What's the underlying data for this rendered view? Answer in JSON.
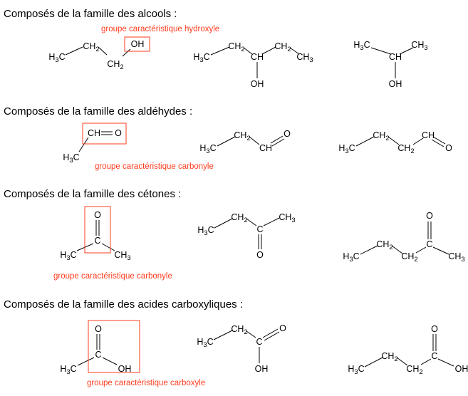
{
  "sections": [
    {
      "title": "Composés de la famille des alcools :",
      "label": "groupe caractéristique hydroxyle",
      "molecules": [
        {
          "atoms": [
            "H3C",
            "CH2",
            "CH2",
            "OH"
          ]
        },
        {
          "atoms": [
            "H3C",
            "CH2",
            "CH",
            "CH2",
            "CH3",
            "OH"
          ]
        },
        {
          "atoms": [
            "H3C",
            "CH",
            "CH3",
            "OH"
          ]
        }
      ]
    },
    {
      "title": "Composés de la famille des aldéhydes :",
      "label": "groupe caractéristique carbonyle",
      "molecules": [
        {
          "atoms": [
            "CH",
            "O",
            "H3C"
          ]
        },
        {
          "atoms": [
            "H3C",
            "CH2",
            "CH",
            "O"
          ]
        },
        {
          "atoms": [
            "H3C",
            "CH2",
            "CH2",
            "CH",
            "O"
          ]
        }
      ]
    },
    {
      "title": "Composés de la famille des cétones :",
      "label": "groupe caractéristique carbonyle",
      "molecules": [
        {
          "atoms": [
            "O",
            "C",
            "H3C",
            "CH3"
          ]
        },
        {
          "atoms": [
            "H3C",
            "CH2",
            "C",
            "CH3",
            "O"
          ]
        },
        {
          "atoms": [
            "H3C",
            "CH2",
            "CH2",
            "C",
            "CH3",
            "O"
          ]
        }
      ]
    },
    {
      "title": "Composés de la famille des acides carboxyliques :",
      "label": "groupe caractéristique carboxyle",
      "molecules": [
        {
          "atoms": [
            "O",
            "C",
            "H3C",
            "OH"
          ]
        },
        {
          "atoms": [
            "H3C",
            "CH2",
            "C",
            "O",
            "OH"
          ]
        },
        {
          "atoms": [
            "H3C",
            "CH2",
            "CH2",
            "C",
            "O",
            "OH"
          ]
        }
      ]
    }
  ],
  "colors": {
    "highlight": "#ff3c1e"
  }
}
